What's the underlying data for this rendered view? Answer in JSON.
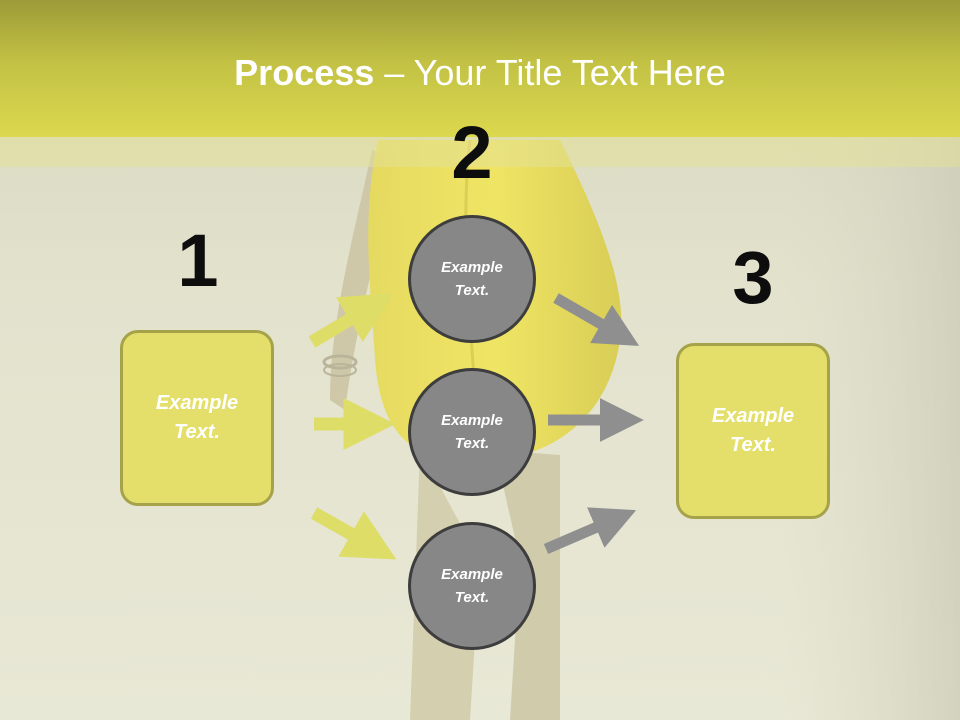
{
  "slide": {
    "title_bold": "Process",
    "title_rest": " – Your Title Text Here"
  },
  "steps": {
    "one": {
      "number": "1",
      "label": "Example\nText."
    },
    "two": {
      "number": "2",
      "items": [
        "Example\nText.",
        "Example\nText.",
        "Example\nText."
      ]
    },
    "three": {
      "number": "3",
      "label": "Example\nText."
    }
  },
  "colors": {
    "header": "#c9c646",
    "box_fill": "#e3df6a",
    "box_border": "#a6a24a",
    "circle_fill": "#878787",
    "circle_border": "#3d3d3d",
    "arrow_yellow": "#dedd68",
    "arrow_gray": "#8f8f8f"
  }
}
